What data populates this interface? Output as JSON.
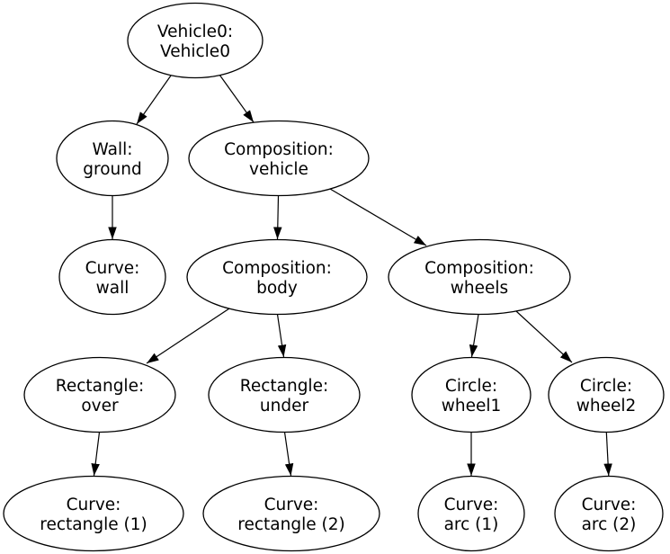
{
  "diagram": {
    "type": "graphviz-tree",
    "background_color": "#ffffff",
    "node_stroke_color": "#000000",
    "node_fill_color": "#ffffff",
    "text_color": "#000000",
    "edge_color": "#000000",
    "nodes": {
      "vehicle0": {
        "line1": "Vehicle0:",
        "line2": "Vehicle0"
      },
      "wall_ground": {
        "line1": "Wall:",
        "line2": "ground"
      },
      "composition_vehicle": {
        "line1": "Composition:",
        "line2": "vehicle"
      },
      "curve_wall": {
        "line1": "Curve:",
        "line2": "wall"
      },
      "composition_body": {
        "line1": "Composition:",
        "line2": "body"
      },
      "composition_wheels": {
        "line1": "Composition:",
        "line2": "wheels"
      },
      "rectangle_over": {
        "line1": "Rectangle:",
        "line2": "over"
      },
      "rectangle_under": {
        "line1": "Rectangle:",
        "line2": "under"
      },
      "circle_wheel1": {
        "line1": "Circle:",
        "line2": "wheel1"
      },
      "circle_wheel2": {
        "line1": "Circle:",
        "line2": "wheel2"
      },
      "curve_rectangle1": {
        "line1": "Curve:",
        "line2": "rectangle (1)"
      },
      "curve_rectangle2": {
        "line1": "Curve:",
        "line2": "rectangle (2)"
      },
      "curve_arc1": {
        "line1": "Curve:",
        "line2": "arc (1)"
      },
      "curve_arc2": {
        "line1": "Curve:",
        "line2": "arc (2)"
      }
    },
    "edges": [
      {
        "from": "vehicle0",
        "to": "wall_ground"
      },
      {
        "from": "vehicle0",
        "to": "composition_vehicle"
      },
      {
        "from": "wall_ground",
        "to": "curve_wall"
      },
      {
        "from": "composition_vehicle",
        "to": "composition_body"
      },
      {
        "from": "composition_vehicle",
        "to": "composition_wheels"
      },
      {
        "from": "composition_body",
        "to": "rectangle_over"
      },
      {
        "from": "composition_body",
        "to": "rectangle_under"
      },
      {
        "from": "composition_wheels",
        "to": "circle_wheel1"
      },
      {
        "from": "composition_wheels",
        "to": "circle_wheel2"
      },
      {
        "from": "rectangle_over",
        "to": "curve_rectangle1"
      },
      {
        "from": "rectangle_under",
        "to": "curve_rectangle2"
      },
      {
        "from": "circle_wheel1",
        "to": "curve_arc1"
      },
      {
        "from": "circle_wheel2",
        "to": "curve_arc2"
      }
    ]
  }
}
